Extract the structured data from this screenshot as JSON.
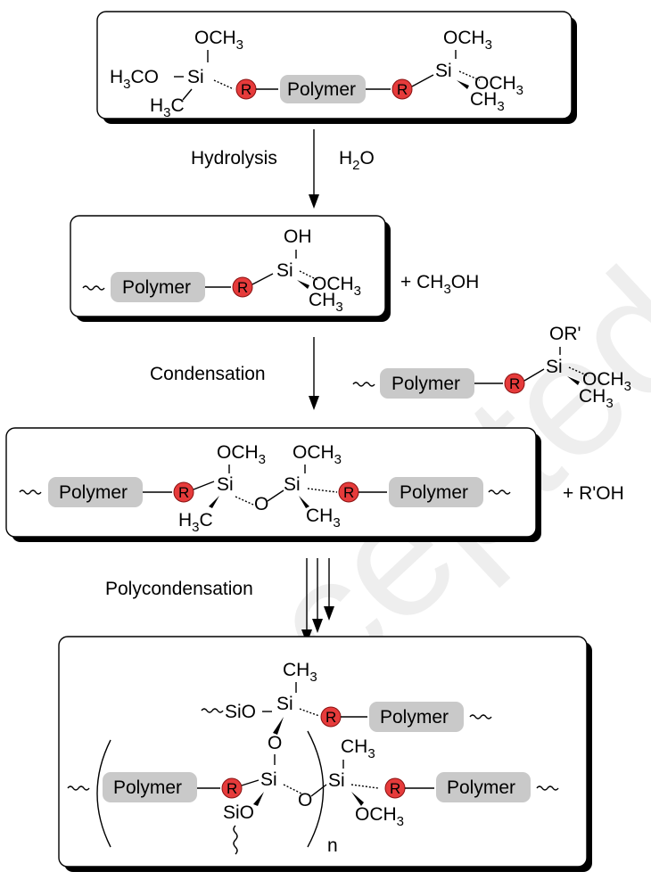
{
  "watermark": "Accepted manuscript",
  "polymer": "Polymer",
  "r": "R",
  "n": "n",
  "box1": {
    "top_och3": "OCH",
    "top_och3_sub": "3",
    "h3co": "H",
    "h3co_sub": "3",
    "h3co_tail": "CO",
    "si": "Si",
    "h3c": "H",
    "h3c_sub": "3",
    "h3c_tail": "C",
    "right_och3": "OCH",
    "right_och3_sub": "3",
    "right_och3_b": "OCH",
    "right_och3_b_sub": "3",
    "right_ch3": "CH",
    "right_ch3_sub": "3"
  },
  "step1": {
    "label": "Hydrolysis",
    "reagent": "H",
    "reagent_sub": "2",
    "reagent_tail": "O"
  },
  "box2": {
    "oh": "OH",
    "si": "Si",
    "och3": "OCH",
    "och3_sub": "3",
    "ch3": "CH",
    "ch3_sub": "3"
  },
  "byproduct1": {
    "text": "+ CH",
    "sub": "3",
    "tail": "OH"
  },
  "step2": {
    "label": "Condensation"
  },
  "reagent2": {
    "or": "OR'",
    "si": "Si",
    "och3": "OCH",
    "och3_sub": "3",
    "ch3": "CH",
    "ch3_sub": "3"
  },
  "box3": {
    "och3_l": "OCH",
    "och3_l_sub": "3",
    "och3_r": "OCH",
    "och3_r_sub": "3",
    "si": "Si",
    "o": "O",
    "h3c": "H",
    "h3c_sub": "3",
    "h3c_tail": "C",
    "ch3": "CH",
    "ch3_sub": "3"
  },
  "byproduct2": {
    "text": "+ R'OH"
  },
  "step3": {
    "label": "Polycondensation"
  },
  "box4": {
    "ch3_top": "CH",
    "ch3_top_sub": "3",
    "sio_top": "SiO",
    "si": "Si",
    "o": "O",
    "sio_bottom": "SiO",
    "ch3_right": "CH",
    "ch3_right_sub": "3",
    "och3": "OCH",
    "och3_sub": "3"
  }
}
